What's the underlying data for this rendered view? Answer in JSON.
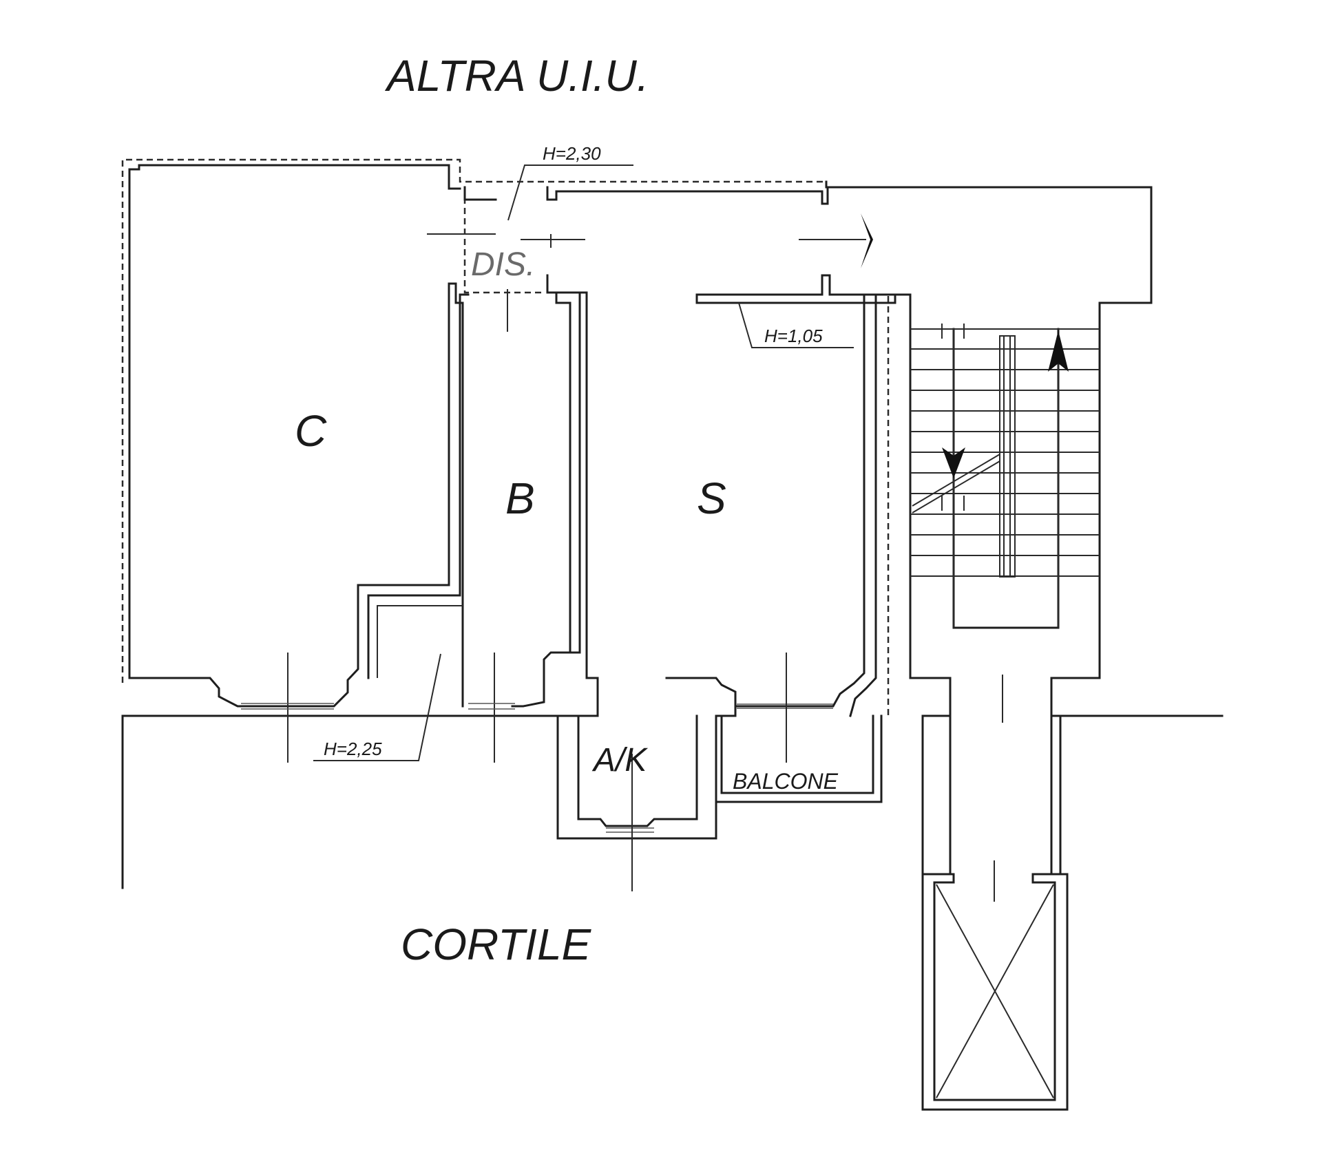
{
  "labels": {
    "top_label": "ALTRA U.I.U.",
    "bottom_label": "CORTILE",
    "room_c": "C",
    "room_b": "B",
    "room_s": "S",
    "room_dis": "DIS.",
    "room_ak": "A/K",
    "balcony": "BALCONE",
    "height_230": "H=2,30",
    "height_105": "H=1,05",
    "height_225": "H=2,25"
  }
}
